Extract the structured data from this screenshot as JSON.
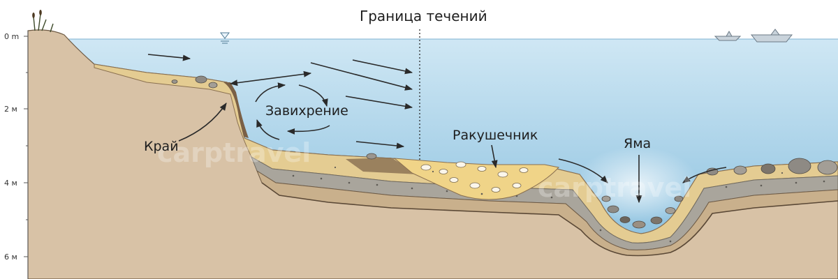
{
  "diagram": {
    "boundary_label": "Граница течений",
    "labels": {
      "edge": "Край",
      "eddy": "Завихрение",
      "shell_bed": "Ракушечник",
      "pit": "Яма"
    },
    "depth_ticks": [
      "0 m",
      "2 м",
      "4 м",
      "6 м"
    ],
    "watermark": "carptravel",
    "colors": {
      "water_top": "#cfe7f4",
      "water_bottom": "#8fc3e0",
      "earth": "#d8c2a6",
      "sand": "#e6cf96",
      "shell": "#f0d488",
      "gravel": "#a8a49c",
      "silt": "#8d7355",
      "arrow": "#2a2a2a"
    },
    "icons": [
      "water-level-icon",
      "boat-icon",
      "reed-icon",
      "shell-icon",
      "stone-icon"
    ]
  }
}
